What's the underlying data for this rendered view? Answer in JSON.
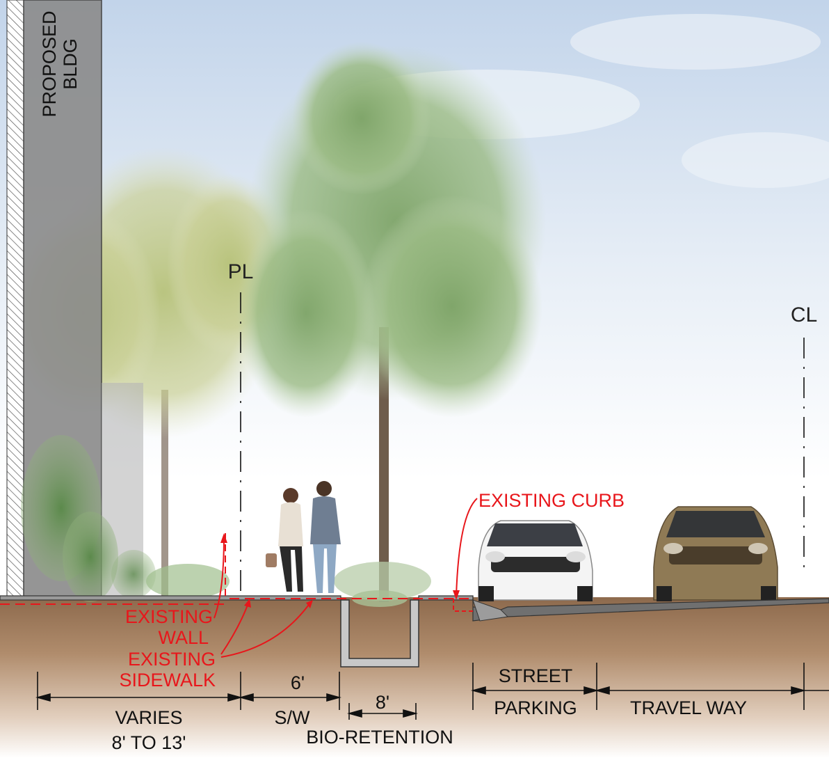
{
  "building": {
    "label_line1": "PROPOSED",
    "label_line2": "BLDG"
  },
  "symbols": {
    "property_line": "PL",
    "centerline": "CL"
  },
  "callouts": {
    "existing_curb": "EXISTING CURB",
    "existing_wall_line1": "EXISTING",
    "existing_wall_line2": "WALL",
    "existing_sidewalk_line1": "EXISTING",
    "existing_sidewalk_line2": "SIDEWALK"
  },
  "dimensions": {
    "varies_line1": "VARIES",
    "varies_line2": "8' TO 13'",
    "sidewalk_value": "6'",
    "sidewalk_label": "S/W",
    "bio_value": "8'",
    "bio_label": "BIO-RETENTION",
    "parking_line1": "STREET",
    "parking_line2": "PARKING",
    "travel": "TRAVEL WAY"
  },
  "colors": {
    "annotation_red": "#e8161b",
    "soil": "#a07a58",
    "sky_top": "#c9d8ec",
    "building": "#8a8a8a",
    "tree_green": "#8fb07a"
  }
}
